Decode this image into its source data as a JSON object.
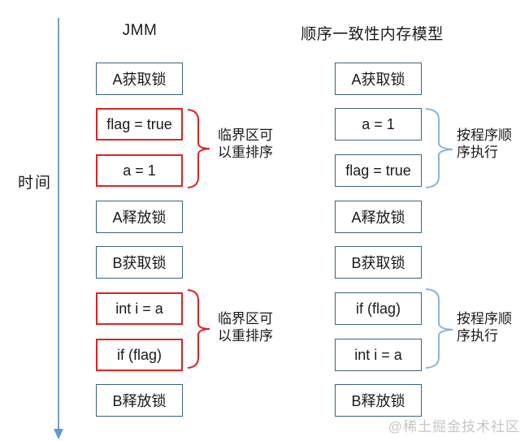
{
  "timeline": {
    "label": "时间"
  },
  "columns": [
    {
      "title": "JMM",
      "boxes": [
        {
          "label": "A获取锁",
          "highlight": false
        },
        {
          "label": "flag = true",
          "highlight": true
        },
        {
          "label": "a = 1",
          "highlight": true
        },
        {
          "label": "A释放锁",
          "highlight": false
        },
        {
          "label": "B获取锁",
          "highlight": false
        },
        {
          "label": "int i = a",
          "highlight": true
        },
        {
          "label": "if (flag)",
          "highlight": true
        },
        {
          "label": "B释放锁",
          "highlight": false
        }
      ]
    },
    {
      "title": "顺序一致性内存模型",
      "boxes": [
        {
          "label": "A获取锁",
          "highlight": false
        },
        {
          "label": "a = 1",
          "highlight": false
        },
        {
          "label": "flag = true",
          "highlight": false
        },
        {
          "label": "A释放锁",
          "highlight": false
        },
        {
          "label": "B获取锁",
          "highlight": false
        },
        {
          "label": "if (flag)",
          "highlight": false
        },
        {
          "label": "int i = a",
          "highlight": false
        },
        {
          "label": "B释放锁",
          "highlight": false
        }
      ]
    }
  ],
  "annotations": [
    {
      "text": "临界区可以重排序",
      "color": "#e02222",
      "side": "left",
      "rows": "2-3"
    },
    {
      "text": "按程序顺序执行",
      "color": "#8ab4dc",
      "side": "right",
      "rows": "2-3"
    },
    {
      "text": "临界区可以重排序",
      "color": "#e02222",
      "side": "left",
      "rows": "6-7"
    },
    {
      "text": "按程序顺序执行",
      "color": "#8ab4dc",
      "side": "right",
      "rows": "6-7"
    }
  ],
  "watermark": "@稀土掘金技术社区",
  "colors": {
    "box_border_blue": "#3c6478",
    "box_border_red": "#e02222",
    "brace_red": "#e02222",
    "brace_blue": "#8ab4dc",
    "timeline_arrow": "#5b9bd5",
    "watermark_gray": "#c6c6c6"
  }
}
